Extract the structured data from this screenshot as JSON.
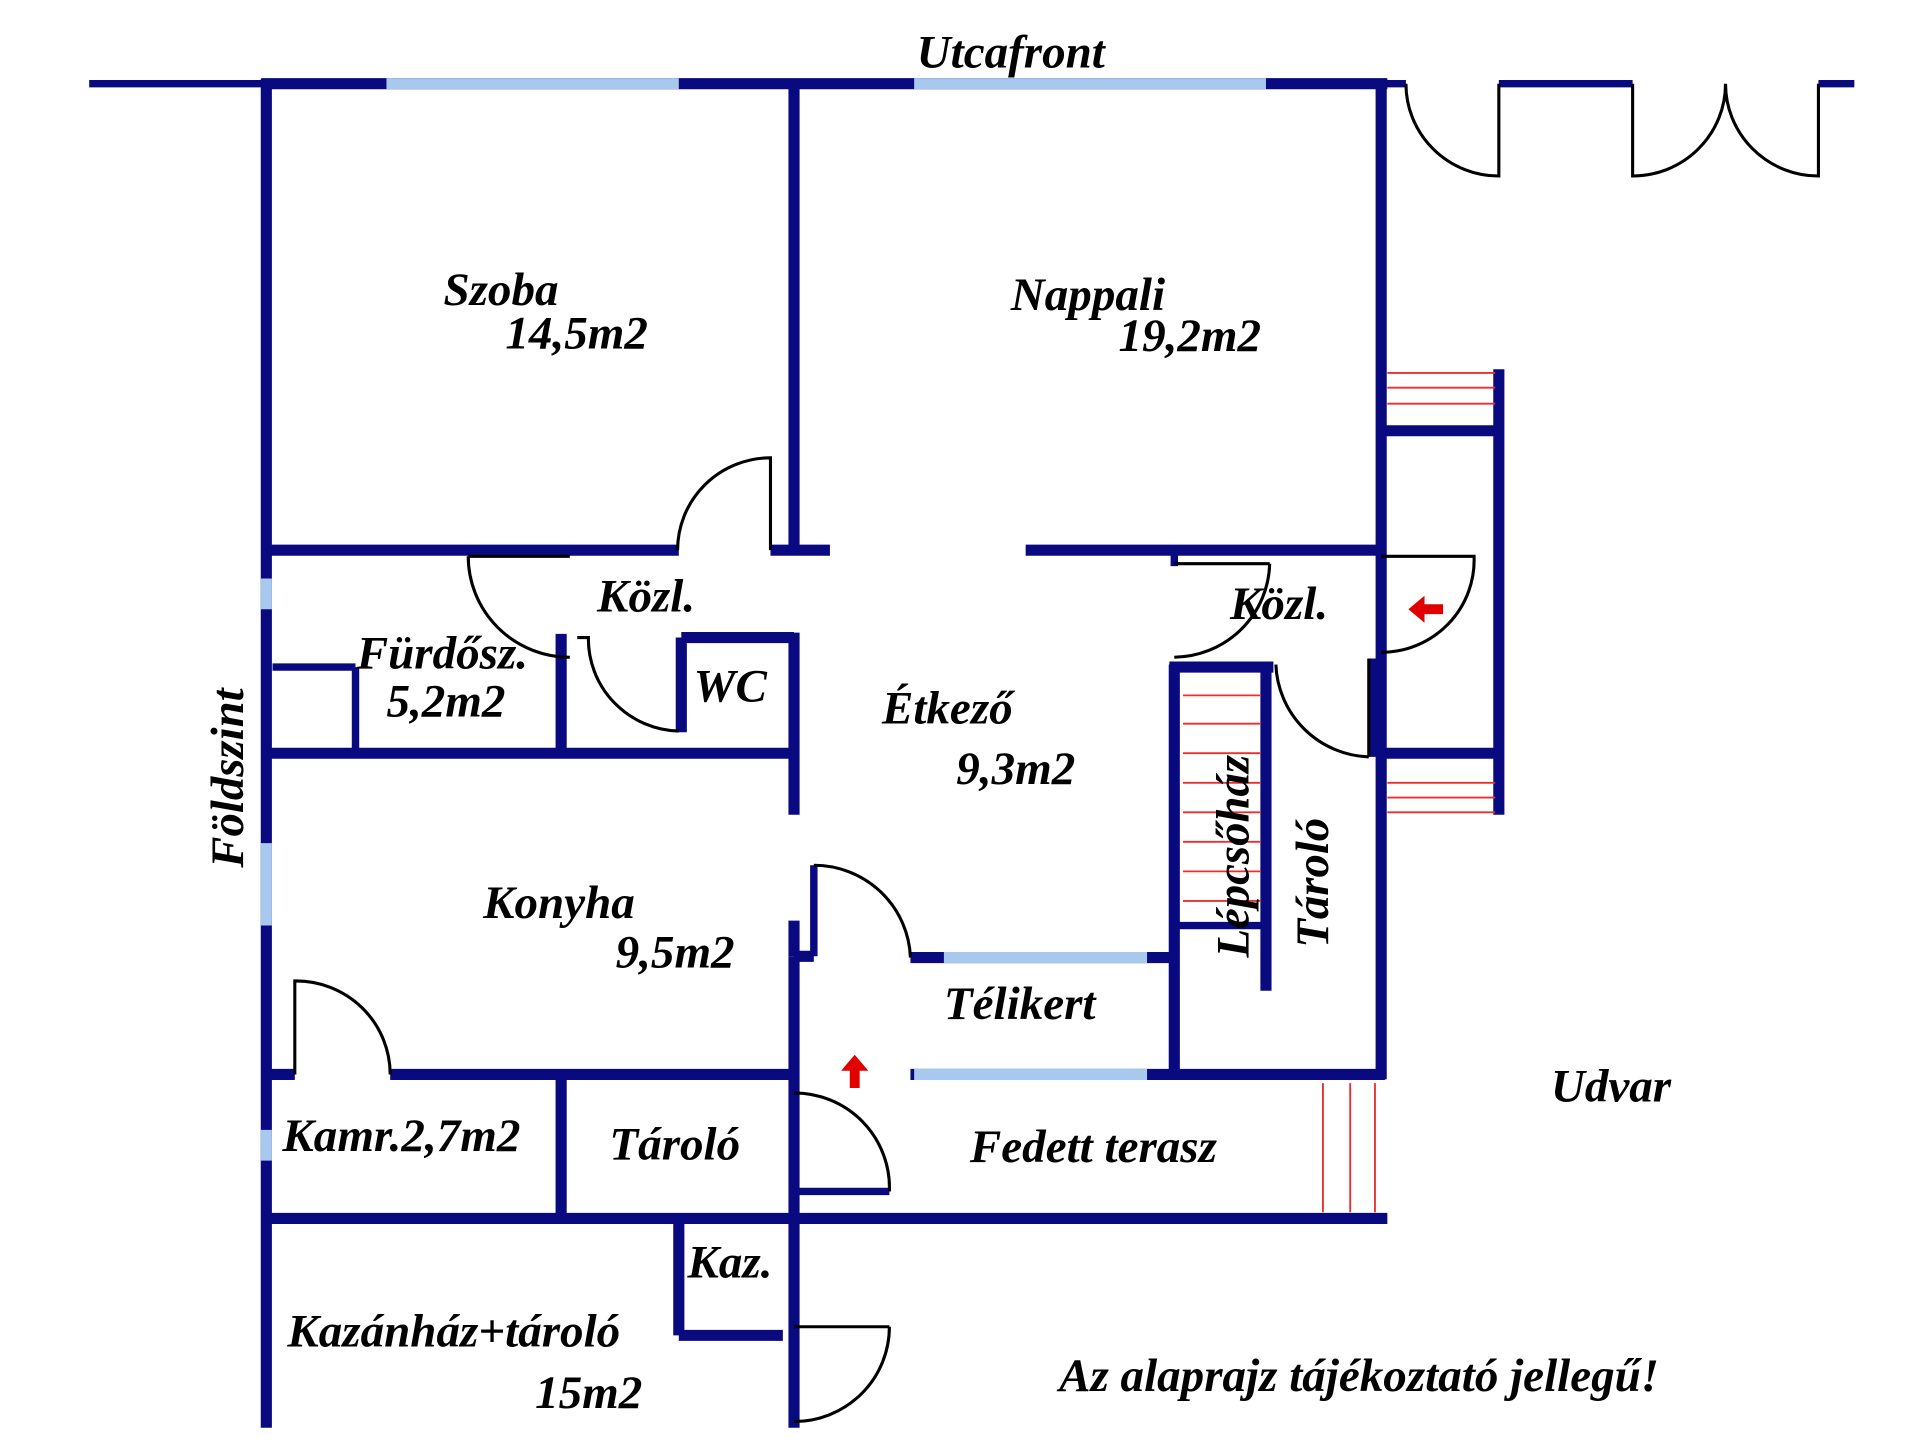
{
  "plan": {
    "street_label": "Utcafront",
    "floor_label": "Földszint",
    "yard_label": "Udvar",
    "disclaimer": "Az alaprajz tájékoztató jellegű!",
    "colors": {
      "wall": "#0a0a80",
      "window": "#a9c8ee",
      "stairs": "#e83030",
      "arrow": "#e00000"
    },
    "rooms": [
      {
        "name": "Szoba",
        "area": "14,5m2"
      },
      {
        "name": "Nappali",
        "area": "19,2m2"
      },
      {
        "name": "Közl.",
        "area": ""
      },
      {
        "name": "Közl.",
        "area": ""
      },
      {
        "name": "Fürdősz.",
        "area": "5,2m2"
      },
      {
        "name": "WC",
        "area": ""
      },
      {
        "name": "Étkező",
        "area": "9,3m2"
      },
      {
        "name": "Lépcsőház",
        "area": ""
      },
      {
        "name": "Tároló",
        "area": ""
      },
      {
        "name": "Konyha",
        "area": "9,5m2"
      },
      {
        "name": "Télikert",
        "area": ""
      },
      {
        "name": "Kamr.2,7m2",
        "area": ""
      },
      {
        "name": "Tároló",
        "area": ""
      },
      {
        "name": "Fedett terasz",
        "area": ""
      },
      {
        "name": "Kaz.",
        "area": ""
      },
      {
        "name": "Kazánház+tároló",
        "area": "15m2"
      }
    ]
  }
}
